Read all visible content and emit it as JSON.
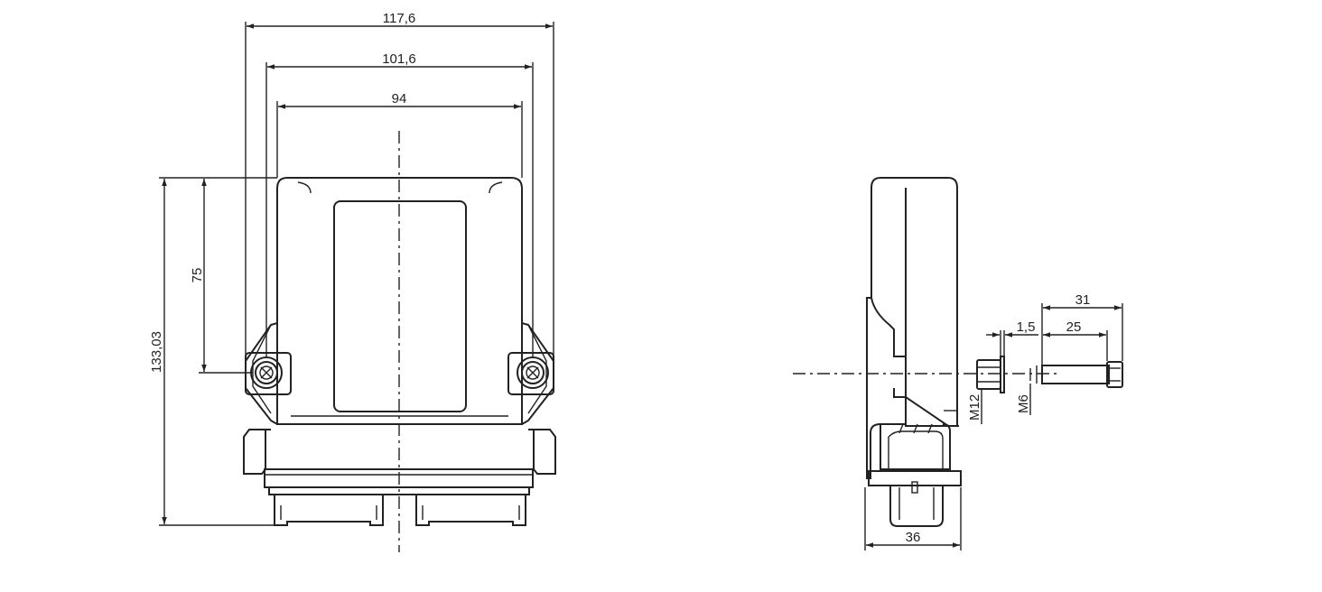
{
  "front_view": {
    "dimensions": {
      "overall_width": "117,6",
      "mount_spacing": "101,6",
      "body_width": "94",
      "mount_height": "75",
      "overall_height": "133,03"
    }
  },
  "side_view": {
    "dimensions": {
      "depth": "36",
      "bolt_total_length": "31",
      "bolt_thread_length": "25",
      "washer_thickness": "1,5",
      "nut_size": "M12",
      "bolt_size": "M6"
    }
  },
  "colors": {
    "line": "#222222",
    "background": "#ffffff"
  }
}
